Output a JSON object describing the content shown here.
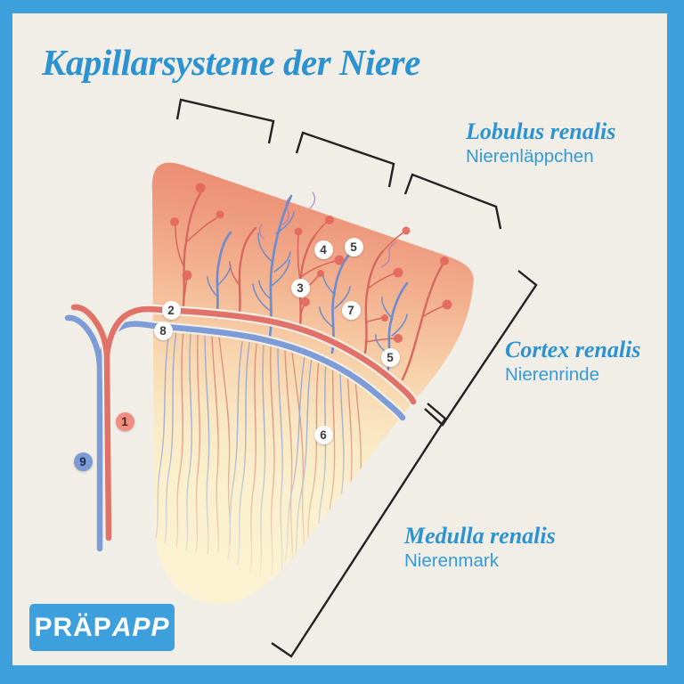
{
  "title": "Kapillarsysteme der Niere",
  "regions": {
    "lobulus": {
      "latin": "Lobulus renalis",
      "german": "Nierenläppchen"
    },
    "cortex": {
      "latin": "Cortex renalis",
      "german": "Nierenrinde"
    },
    "medulla": {
      "latin": "Medulla renalis",
      "german": "Nierenmark"
    }
  },
  "markers": [
    {
      "label": "1",
      "variant": "artery"
    },
    {
      "label": "2",
      "variant": "plain"
    },
    {
      "label": "3",
      "variant": "plain"
    },
    {
      "label": "4",
      "variant": "plain"
    },
    {
      "label": "5",
      "variant": "plain"
    },
    {
      "label": "5",
      "variant": "plain"
    },
    {
      "label": "6",
      "variant": "plain"
    },
    {
      "label": "7",
      "variant": "plain"
    },
    {
      "label": "8",
      "variant": "plain"
    },
    {
      "label": "9",
      "variant": "vein"
    }
  ],
  "logo": {
    "prefix": "PRÄP",
    "suffix": "APP"
  },
  "colors": {
    "frame_blue": "#3da0dd",
    "heading_blue": "#2b93d1",
    "subheading_blue": "#349bd9",
    "logo_bg": "#3da0dd",
    "background_cream": "#f0eee7",
    "artery_red": "#e0726a",
    "vein_blue": "#7d9bd6",
    "cortex_coral": "#ec8c72",
    "medulla_cream": "#fcf4d4",
    "marker_artery_bg": "#ee8d80",
    "marker_vein_bg": "#7b9ad6"
  }
}
